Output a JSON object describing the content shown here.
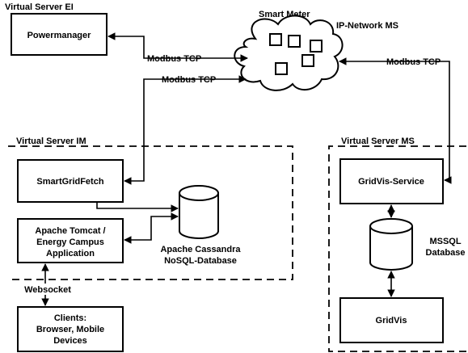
{
  "zones": {
    "virtual_server_ei": "Virtual Server EI",
    "virtual_server_im": "Virtual Server IM",
    "virtual_server_ms": "Virtual Server MS"
  },
  "cloud": {
    "smart_meter": "Smart Meter",
    "ip_network": "IP-Network MS"
  },
  "nodes": {
    "powermanager": "Powermanager",
    "smartgridfetch": "SmartGridFetch",
    "tomcat_line1": "Apache Tomcat /",
    "tomcat_line2": "Energy Campus",
    "tomcat_line3": "Application",
    "cassandra_line1": "Apache Cassandra",
    "cassandra_line2": "NoSQL-Database",
    "clients_line1": "Clients:",
    "clients_line2": "Browser, Mobile",
    "clients_line3": "Devices",
    "gridvis_service": "GridVis-Service",
    "mssql_line1": "MSSQL",
    "mssql_line2": "Database",
    "gridvis": "GridVis"
  },
  "connections": {
    "modbus_powermanager": "Modbus TCP",
    "modbus_smartgridfetch": "Modbus TCP",
    "modbus_gridvis": "Modbus TCP",
    "websocket": "Websocket"
  }
}
